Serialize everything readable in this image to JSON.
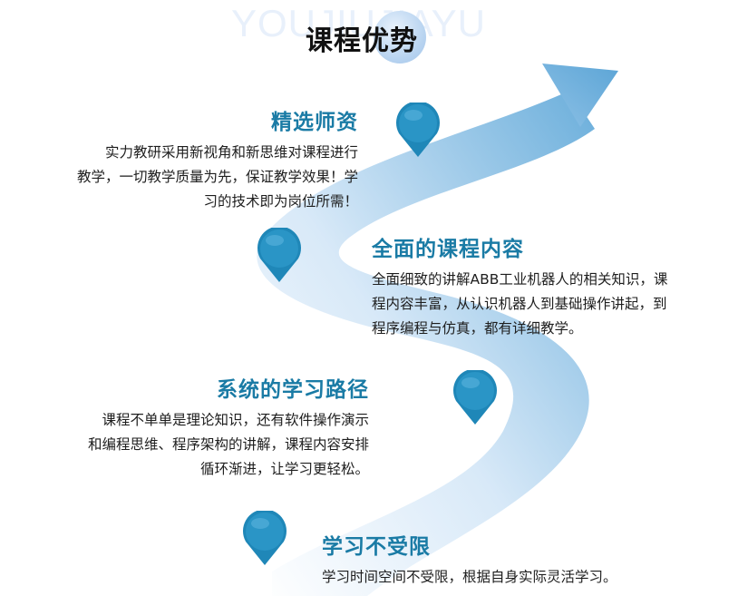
{
  "watermark": "YOUJIUJIAYU",
  "title": "课程优势",
  "colors": {
    "accent": "#1a7ba5",
    "pin": "#1f87b8",
    "path_light": "#eaf3fc",
    "path_dark": "#6aaedb"
  },
  "icons": {
    "pin": "map-pin-icon",
    "arrow": "arrow-head-icon"
  },
  "sections": [
    {
      "title": "精选师资",
      "lines": [
        "实力教研采用新视角和新思维对课程进行",
        "教学，一切教学质量为先，保证教学效果！学",
        "习的技术即为岗位所需！"
      ]
    },
    {
      "title": "全面的课程内容",
      "lines": [
        "全面细致的讲解ABB工业机器人的相关知识，课",
        "程内容丰富，从认识机器人到基础操作讲起，到",
        "程序编程与仿真，都有详细教学。"
      ]
    },
    {
      "title": "系统的学习路径",
      "lines": [
        "课程不单单是理论知识，还有软件操作演示",
        "和编程思维、程序架构的讲解，课程内容安排",
        "循环渐进，让学习更轻松。"
      ]
    },
    {
      "title": "学习不受限",
      "lines": [
        "学习时间空间不受限，根据自身实际灵活学习。"
      ]
    }
  ]
}
